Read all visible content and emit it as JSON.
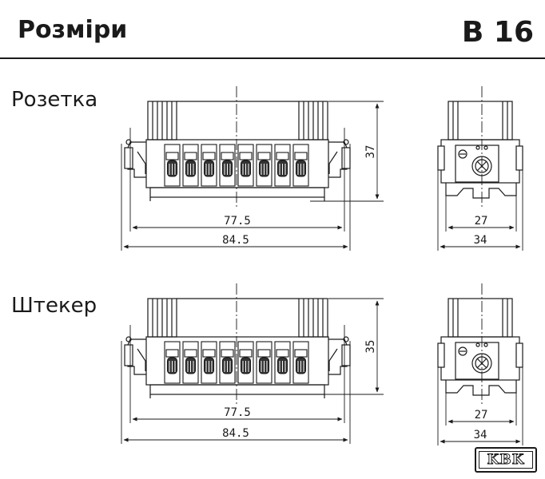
{
  "header": {
    "title": "Розміри",
    "model": "B 16"
  },
  "sections": [
    {
      "label": "Розетка",
      "height": "37",
      "width_inner": "77.5",
      "width_outer": "84.5",
      "side_inner": "27",
      "side_outer": "34"
    },
    {
      "label": "Штекер",
      "height": "35",
      "width_inner": "77.5",
      "width_outer": "84.5",
      "side_inner": "27",
      "side_outer": "34"
    }
  ],
  "logo": {
    "text": "KBK"
  }
}
